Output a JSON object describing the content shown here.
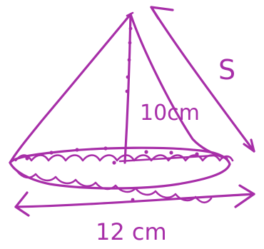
{
  "diagram": {
    "ink_color": "#a72ea8",
    "labels": {
      "slant_side": "S",
      "height": "10cm",
      "base": "12 cm"
    },
    "shapes": [
      "cone-outline",
      "height-line",
      "base-ellipse",
      "slant-arrow",
      "base-arrow"
    ]
  }
}
